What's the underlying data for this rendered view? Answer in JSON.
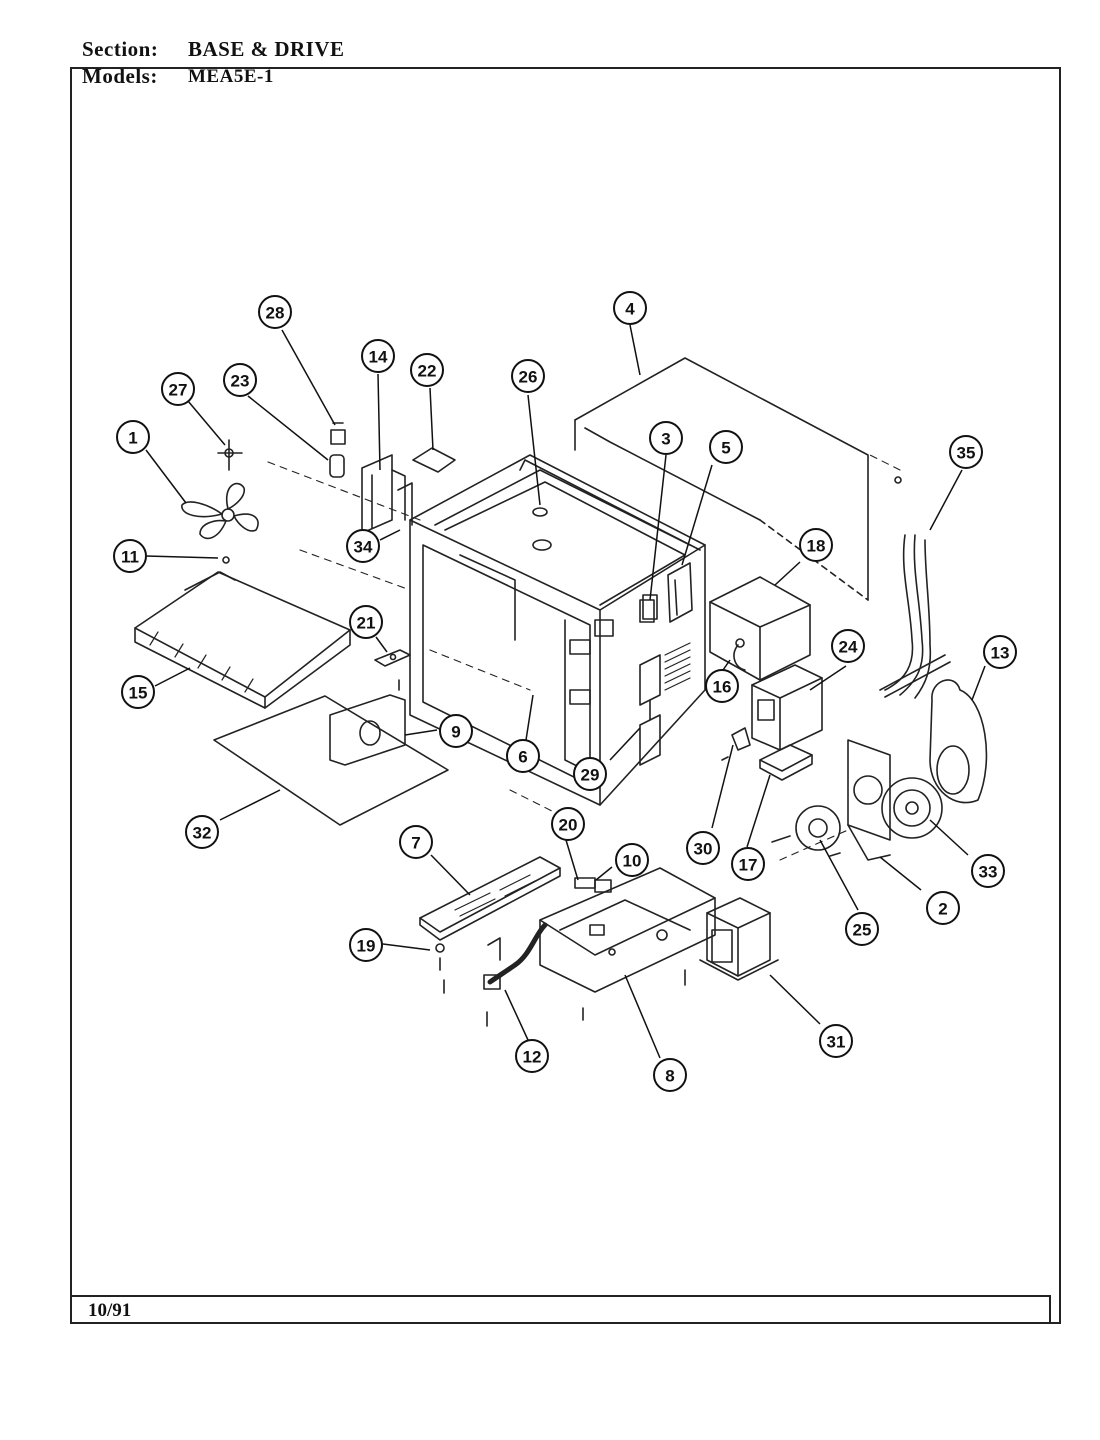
{
  "header": {
    "section_label": "Section:",
    "section_value": "BASE & DRIVE",
    "models_label": "Models:",
    "models_value": "MEA5E-1"
  },
  "footer": {
    "date": "10/91"
  },
  "callouts": [
    "1",
    "2",
    "3",
    "4",
    "5",
    "6",
    "7",
    "8",
    "9",
    "10",
    "11",
    "12",
    "13",
    "14",
    "15",
    "16",
    "17",
    "18",
    "19",
    "20",
    "21",
    "22",
    "23",
    "24",
    "25",
    "26",
    "27",
    "28",
    "29",
    "30",
    "31",
    "32",
    "33",
    "34",
    "35"
  ]
}
